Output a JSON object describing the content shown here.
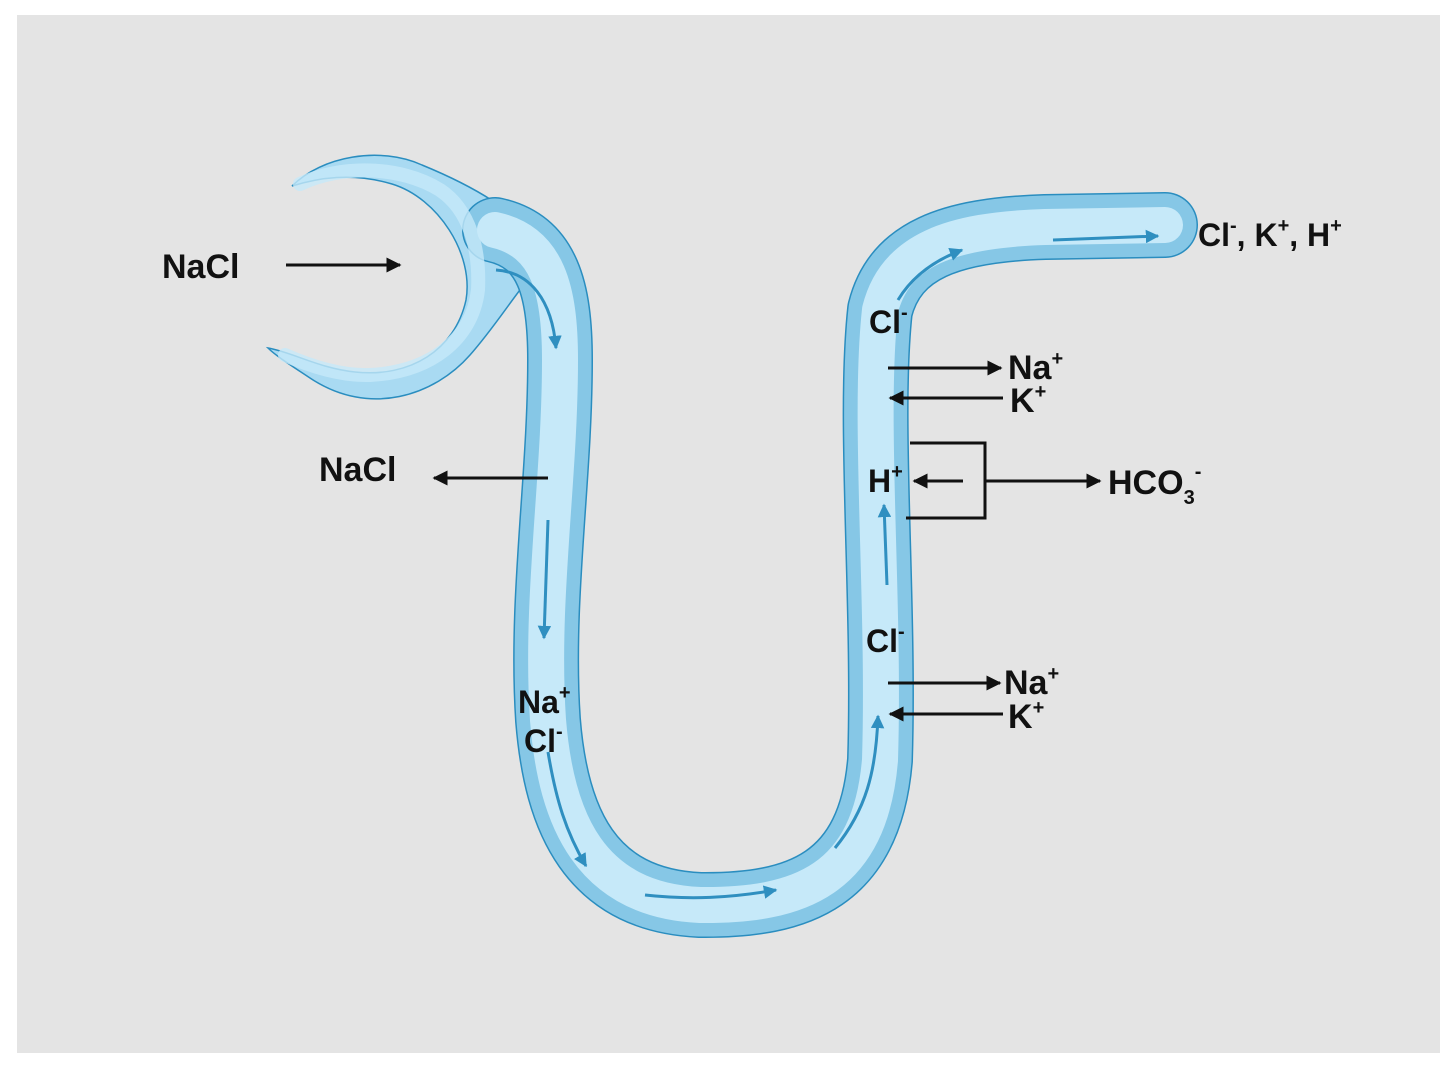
{
  "colors": {
    "panel": "#e4e4e4",
    "tube_outer": "#7fc3e4",
    "tube_inner": "#c6e9f9",
    "tube_edge": "#2a8dbf",
    "flow_arrow": "#2f8fc0",
    "ion_arrow": "#111111"
  },
  "labels": {
    "nacl_in": "NaCl",
    "nacl_out": "NaCl",
    "descending_na": {
      "base": "Na",
      "sup": "+"
    },
    "descending_cl": {
      "base": "Cl",
      "sup": "-"
    },
    "upper_cl": {
      "base": "Cl",
      "sup": "-"
    },
    "upper_na": {
      "base": "Na",
      "sup": "+"
    },
    "upper_k": {
      "base": "K",
      "sup": "+"
    },
    "h_ion": {
      "base": "H",
      "sup": "+"
    },
    "bicarbonate": {
      "base": "HCO",
      "sub": "3",
      "sup": "-"
    },
    "lower_cl": {
      "base": "Cl",
      "sup": "-"
    },
    "lower_na": {
      "base": "Na",
      "sup": "+"
    },
    "lower_k": {
      "base": "K",
      "sup": "+"
    },
    "output": {
      "cl": "Cl",
      "cl_sup": "-",
      "sep1": ", ",
      "k": "K",
      "k_sup": "+",
      "sep2": ", ",
      "h": "H",
      "h_sup": "+"
    }
  },
  "icons": {
    "tube": "renal-tubule-loop",
    "flow": "flow-direction-arrow",
    "transport": "ion-transport-arrow"
  }
}
